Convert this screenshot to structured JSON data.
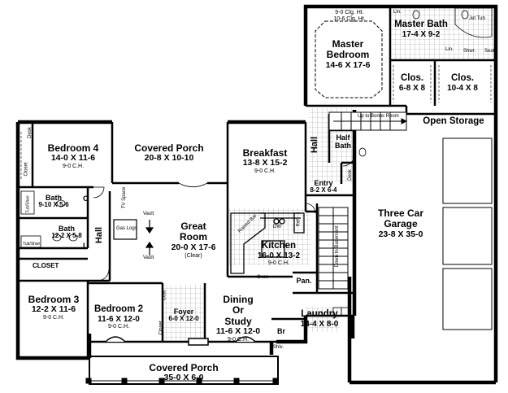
{
  "rooms": {
    "master_bedroom": {
      "name": "Master Bedroom",
      "name_l1": "Master",
      "name_l2": "Bedroom",
      "dims": "14-6 X 17-6",
      "ceiling_l1": "9-0 Clg. Ht.",
      "ceiling_l2": "10-6 Clg. Ht."
    },
    "master_bath": {
      "name": "Master Bath",
      "dims": "17-4 X 9-2",
      "lin": "Lin.",
      "jet_tub": "Jet Tub",
      "shwr": "Shwr.",
      "seat": "Seat",
      "linen_mirror": "Lin."
    },
    "clos_1": {
      "name": "Clos.",
      "dims": "6-8 X 8"
    },
    "clos_2": {
      "name": "Clos.",
      "dims": "10-4 X 8"
    },
    "open_storage": {
      "name": "Open Storage"
    },
    "up_to_bonus": {
      "name": "Up to Bonus Room"
    },
    "half_bath": {
      "name_l1": "Half",
      "name_l2": "Bath"
    },
    "breakfast": {
      "name": "Breakfast",
      "dims": "13-8 X 15-2",
      "ceiling": "9-0 C.H."
    },
    "covered_porch_top": {
      "name": "Covered Porch",
      "dims": "20-8 X 10-10"
    },
    "bedroom_4": {
      "name": "Bedroom 4",
      "dims": "14-0 X 11-6",
      "ceiling": "9-0 C.H."
    },
    "desk_left": "Desk",
    "closet_left": "Closet",
    "bath_1": {
      "name": "Bath",
      "dims": "9-10 X 5-6",
      "tub": "Tub/Shwr."
    },
    "bath_2": {
      "name": "Bath",
      "dims": "12-2 X 5-8",
      "tub": "Tub/Shwr."
    },
    "c_label": "C",
    "l_label": "L",
    "closet_bar": "CLOSET",
    "hall_left": "Hall",
    "hall_right": "Hall",
    "tv_space": "TV Space",
    "gas_logs": "Gas Logs",
    "vault_1": "Vault",
    "vault_2": "Vault",
    "great_room": {
      "name_l1": "Great",
      "name_l2": "Room",
      "dims": "20-0 X 17-6",
      "ceiling": "(Clear)"
    },
    "raised_bar": "Raised Bar",
    "dw": "DW",
    "ref": "Ref.",
    "kitchen": {
      "name": "Kitchen",
      "dims": "16-0 X 13-2",
      "ceiling": "9-0 C.H."
    },
    "oven": "Oven",
    "pan": "Pan.",
    "entry": {
      "name": "Entry",
      "dims": "8-2 X 6-4"
    },
    "desk_right": "Desk",
    "down_to_basement": "Down to Basement",
    "garage": {
      "name_l1": "Three Car",
      "name_l2": "Garage",
      "dims": "23-8 X 35-0"
    },
    "laundry": {
      "name": "Laundry",
      "dims": "14-4 X 8-0"
    },
    "br": "Br",
    "shlv": "Shlv.",
    "bedroom_3": {
      "name": "Bedroom 3",
      "dims": "12-2 X 11-6",
      "ceiling": "9-0 C.H."
    },
    "bedroom_2": {
      "name": "Bedroom 2",
      "dims": "11-6 X 12-0",
      "ceiling": "9-0 C.H."
    },
    "closet_b2": "Closet",
    "coat": "Coat",
    "foyer": {
      "name": "Foyer",
      "dims": "6-0 X 12-0"
    },
    "dining": {
      "name_l1": "Dining",
      "name_l2": "Or",
      "name_l3": "Study",
      "dims": "11-6 X 12-0",
      "ceiling": "9-0 C.H."
    },
    "covered_porch_bottom": {
      "name": "Covered Porch",
      "dims": "35-0 X 6-0"
    }
  }
}
